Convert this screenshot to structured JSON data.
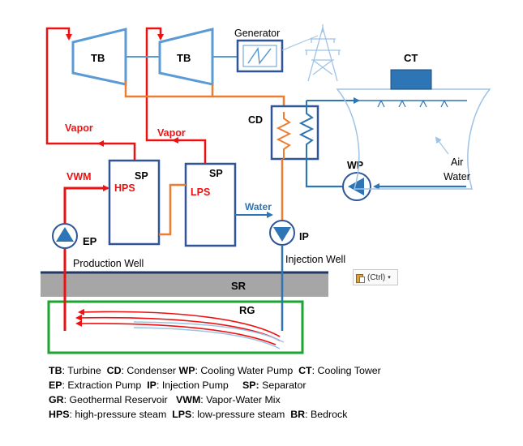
{
  "labels": {
    "tb1": "TB",
    "tb2": "TB",
    "generator": "Generator",
    "ct": "CT",
    "cd": "CD",
    "vapor_left": "Vapor",
    "vapor_right": "Vapor",
    "vwm": "VWM",
    "sp_left": "SP",
    "sp_right": "SP",
    "hps": "HPS",
    "lps": "LPS",
    "wp": "WP",
    "air": "Air",
    "water_ct": "Water",
    "water_pipe": "Water",
    "ep": "EP",
    "ip": "IP",
    "production_well": "Production Well",
    "injection_well": "Injection Well",
    "sr": "SR",
    "rg": "RG"
  },
  "paste_button": {
    "label": "(Ctrl)",
    "icon": "clipboard-icon",
    "arrow_icon": "dropdown-arrow-icon"
  },
  "legend": [
    [
      {
        "abbr": "TB",
        "text": ": Turbine  "
      },
      {
        "abbr": "CD",
        "text": ": Condenser "
      },
      {
        "abbr": "WP",
        "text": ": Cooling Water Pump  "
      },
      {
        "abbr": "CT",
        "text": ": Cooling Tower"
      }
    ],
    [
      {
        "abbr": "EP",
        "text": ": Extraction Pump  "
      },
      {
        "abbr": "IP",
        "text": ": Injection Pump     "
      },
      {
        "abbr": "SP:",
        "text": " Separator"
      }
    ],
    [
      {
        "abbr": "GR",
        "text": ": Geothermal Reservoir   "
      },
      {
        "abbr": "VWM",
        "text": ": Vapor-Water Mix"
      }
    ],
    [
      {
        "abbr": "HPS",
        "text": ": high-pressure steam  "
      },
      {
        "abbr": "LPS",
        "text": ": low-pressure steam  "
      },
      {
        "abbr": "BR",
        "text": ": Bedrock"
      }
    ]
  ],
  "colors": {
    "steam": "#ee1111",
    "cooling_water": "#2e75b6",
    "exhaust": "#ed7d31",
    "turbine": "#5b9bd5",
    "equipment": "#2f5597",
    "reservoir": "#1aa52e",
    "bedrock": "#a6a6a6"
  }
}
